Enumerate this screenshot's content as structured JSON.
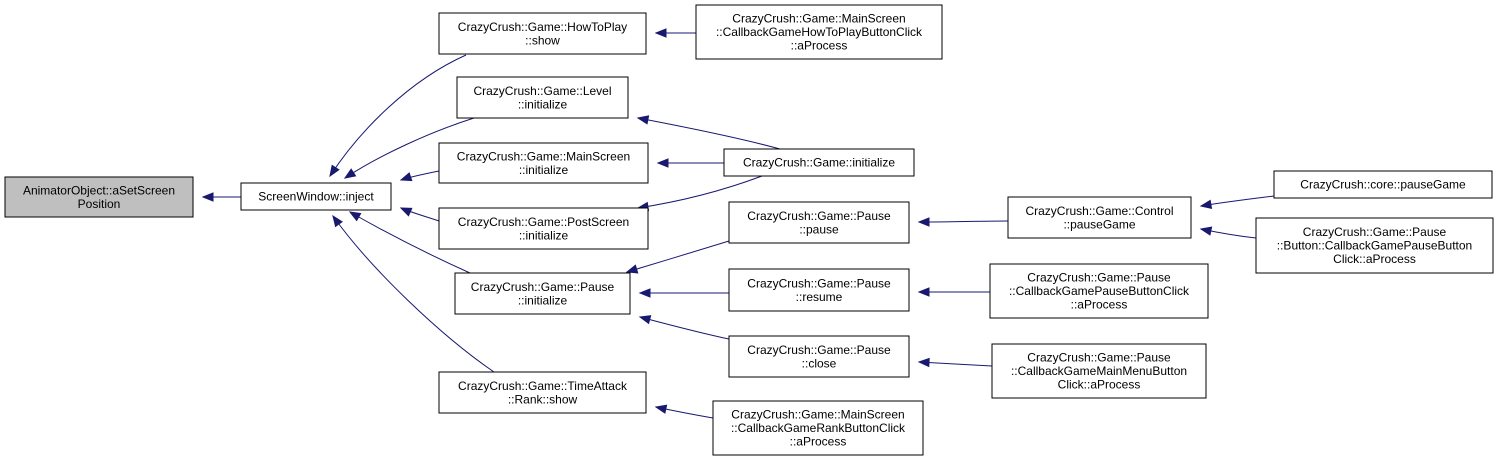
{
  "diagram": {
    "colors": {
      "edge": "#191970",
      "root_fill": "#bfbfbf",
      "node_fill": "#ffffff",
      "border": "#000000"
    },
    "nodes": [
      {
        "id": "aSetScreenPosition",
        "lines": [
          "AnimatorObject::aSetScreen",
          "Position"
        ]
      },
      {
        "id": "inject",
        "lines": [
          "ScreenWindow::inject"
        ]
      },
      {
        "id": "howToPlayShow",
        "lines": [
          "CrazyCrush::Game::HowToPlay",
          "::show"
        ]
      },
      {
        "id": "levelInit",
        "lines": [
          "CrazyCrush::Game::Level",
          "::initialize"
        ]
      },
      {
        "id": "mainScreenInit",
        "lines": [
          "CrazyCrush::Game::MainScreen",
          "::initialize"
        ]
      },
      {
        "id": "postScreenInit",
        "lines": [
          "CrazyCrush::Game::PostScreen",
          "::initialize"
        ]
      },
      {
        "id": "pauseInit",
        "lines": [
          "CrazyCrush::Game::Pause",
          "::initialize"
        ]
      },
      {
        "id": "timeAttackRankShow",
        "lines": [
          "CrazyCrush::Game::TimeAttack",
          "::Rank::show"
        ]
      },
      {
        "id": "howToPlayCallback",
        "lines": [
          "CrazyCrush::Game::MainScreen",
          "::CallbackGameHowToPlayButtonClick",
          "::aProcess"
        ]
      },
      {
        "id": "gameInit",
        "lines": [
          "CrazyCrush::Game::initialize"
        ]
      },
      {
        "id": "pausePause",
        "lines": [
          "CrazyCrush::Game::Pause",
          "::pause"
        ]
      },
      {
        "id": "pauseResume",
        "lines": [
          "CrazyCrush::Game::Pause",
          "::resume"
        ]
      },
      {
        "id": "pauseClose",
        "lines": [
          "CrazyCrush::Game::Pause",
          "::close"
        ]
      },
      {
        "id": "rankCallback",
        "lines": [
          "CrazyCrush::Game::MainScreen",
          "::CallbackGameRankButtonClick",
          "::aProcess"
        ]
      },
      {
        "id": "controlPauseGame",
        "lines": [
          "CrazyCrush::Game::Control",
          "::pauseGame"
        ]
      },
      {
        "id": "pauseButtonClickCallback",
        "lines": [
          "CrazyCrush::Game::Pause",
          "::CallbackGamePauseButtonClick",
          "::aProcess"
        ]
      },
      {
        "id": "mainMenuButtonCallback",
        "lines": [
          "CrazyCrush::Game::Pause",
          "::CallbackGameMainMenuButton",
          "Click::aProcess"
        ]
      },
      {
        "id": "corePauseGame",
        "lines": [
          "CrazyCrush::core::pauseGame"
        ]
      },
      {
        "id": "pauseButtonCallback",
        "lines": [
          "CrazyCrush::Game::Pause",
          "::Button::CallbackGamePauseButton",
          "Click::aProcess"
        ]
      }
    ],
    "edges": [
      [
        "inject",
        "aSetScreenPosition"
      ],
      [
        "howToPlayShow",
        "inject"
      ],
      [
        "levelInit",
        "inject"
      ],
      [
        "mainScreenInit",
        "inject"
      ],
      [
        "postScreenInit",
        "inject"
      ],
      [
        "pauseInit",
        "inject"
      ],
      [
        "timeAttackRankShow",
        "inject"
      ],
      [
        "howToPlayCallback",
        "howToPlayShow"
      ],
      [
        "gameInit",
        "levelInit"
      ],
      [
        "gameInit",
        "mainScreenInit"
      ],
      [
        "gameInit",
        "postScreenInit"
      ],
      [
        "pausePause",
        "pauseInit"
      ],
      [
        "pauseResume",
        "pauseInit"
      ],
      [
        "pauseClose",
        "pauseInit"
      ],
      [
        "rankCallback",
        "timeAttackRankShow"
      ],
      [
        "controlPauseGame",
        "pausePause"
      ],
      [
        "pauseButtonClickCallback",
        "pauseResume"
      ],
      [
        "mainMenuButtonCallback",
        "pauseClose"
      ],
      [
        "corePauseGame",
        "controlPauseGame"
      ],
      [
        "pauseButtonCallback",
        "controlPauseGame"
      ]
    ]
  }
}
